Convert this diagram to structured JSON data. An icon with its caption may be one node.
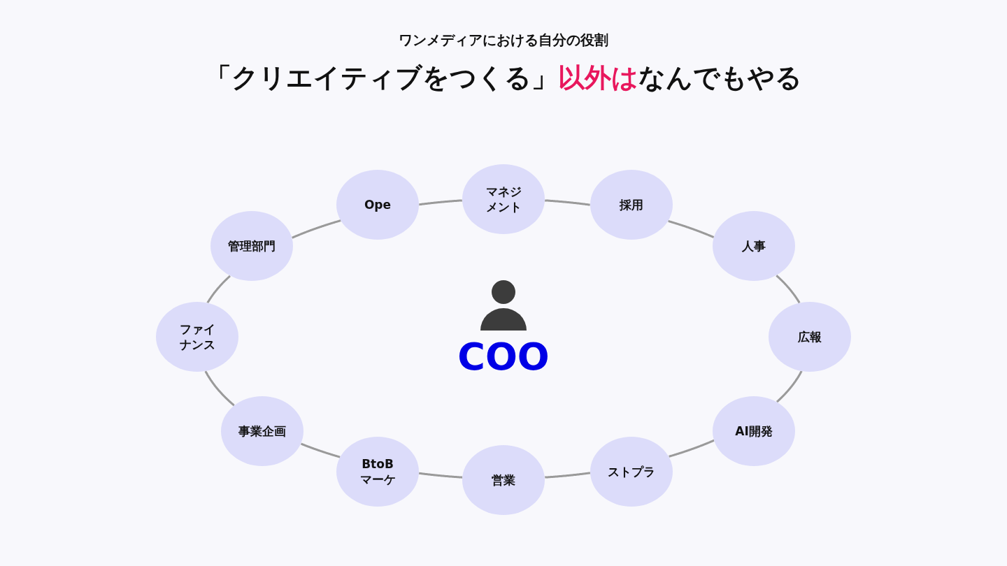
{
  "diagram": {
    "title": "「クリエイティブをつくる」**以外は**なんでもやる",
    "nodes": [
      {
        "text": [
          "マネジメント"
        ]
      },
      {
        "text": [
          "採用"
        ]
      },
      {
        "text": [
          "人事"
        ]
      },
      {
        "text": [
          "広報"
        ]
      },
      {
        "text": [
          "AI開発"
        ]
      },
      {
        "text": [
          "ストプラ"
        ]
      },
      {
        "text": [
          "営業"
        ]
      },
      {
        "text": [
          "BtoBマーケ"
        ]
      },
      {
        "text": [
          "事業企画"
        ]
      },
      {
        "text": [
          "ファイナンス"
        ]
      },
      {
        "text": [
          "管理部門"
        ]
      },
      {
        "text": [
          "Ope"
        ]
      }
    ],
    "edges": [
      {
        "from": 0,
        "to": 1,
        "arrow": "none"
      },
      {
        "from": 1,
        "to": 2,
        "arrow": "none"
      },
      {
        "from": 2,
        "to": 3,
        "arrow": "none"
      },
      {
        "from": 3,
        "to": 4,
        "arrow": "none"
      },
      {
        "from": 4,
        "to": 5,
        "arrow": "none"
      },
      {
        "from": 5,
        "to": 6,
        "arrow": "none"
      },
      {
        "from": 6,
        "to": 7,
        "arrow": "none"
      },
      {
        "from": 7,
        "to": 8,
        "arrow": "none"
      },
      {
        "from": 8,
        "to": 9,
        "arrow": "none"
      },
      {
        "from": 9,
        "to": 10,
        "arrow": "none"
      },
      {
        "from": 10,
        "to": 11,
        "arrow": "none"
      },
      {
        "from": 11,
        "to": 0,
        "arrow": "none"
      }
    ],
    "labels": [
      "ワンメディアにおける自分の役割",
      "COO"
    ]
  }
}
